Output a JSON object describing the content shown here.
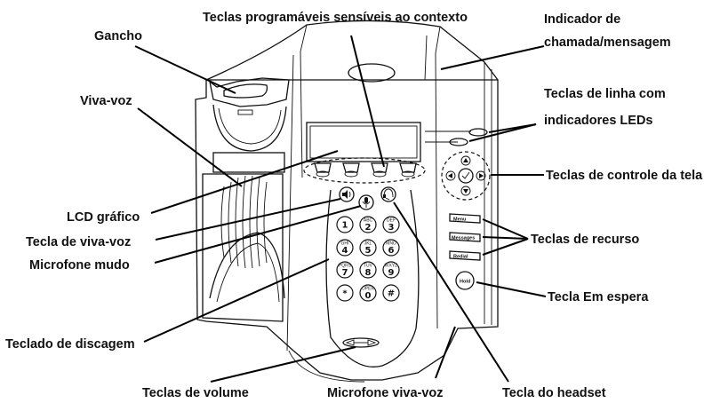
{
  "labels": {
    "gancho": "Gancho",
    "teclas_programaveis": "Teclas programáveis sensíveis ao contexto",
    "indicador_l1": "Indicador de",
    "indicador_l2": "chamada/mensagem",
    "viva_voz": "Viva-voz",
    "teclas_linha_l1": "Teclas de linha com",
    "teclas_linha_l2": "indicadores LEDs",
    "teclas_controle": "Teclas de controle da tela",
    "lcd": "LCD gráfico",
    "tecla_viva_voz": "Tecla de viva-voz",
    "teclas_recurso": "Teclas de recurso",
    "microfone_mudo": "Microfone mudo",
    "tecla_espera": "Tecla Em espera",
    "teclado": "Teclado de discagem",
    "teclas_volume": "Teclas de volume",
    "microfone_viva_voz": "Microfone viva-voz",
    "tecla_headset": "Tecla do headset"
  },
  "keypad": {
    "keys": [
      {
        "digit": "1",
        "letters": ""
      },
      {
        "digit": "2",
        "letters": "ABC"
      },
      {
        "digit": "3",
        "letters": "DEF"
      },
      {
        "digit": "4",
        "letters": "GHI"
      },
      {
        "digit": "5",
        "letters": "JKL"
      },
      {
        "digit": "6",
        "letters": "MNO"
      },
      {
        "digit": "7",
        "letters": "PQRS"
      },
      {
        "digit": "8",
        "letters": "TUV"
      },
      {
        "digit": "9",
        "letters": "WXYZ"
      },
      {
        "digit": "*",
        "letters": ""
      },
      {
        "digit": "0",
        "letters": "OPER"
      },
      {
        "digit": "#",
        "letters": ""
      }
    ]
  },
  "feature_buttons": {
    "menu": "Menu",
    "messages": "Messages",
    "redial": "Redial",
    "hold": "Hold"
  },
  "icons": {
    "speaker_key": "speaker-icon",
    "mute_key": "microphone-icon",
    "headset_key": "headset-icon"
  }
}
